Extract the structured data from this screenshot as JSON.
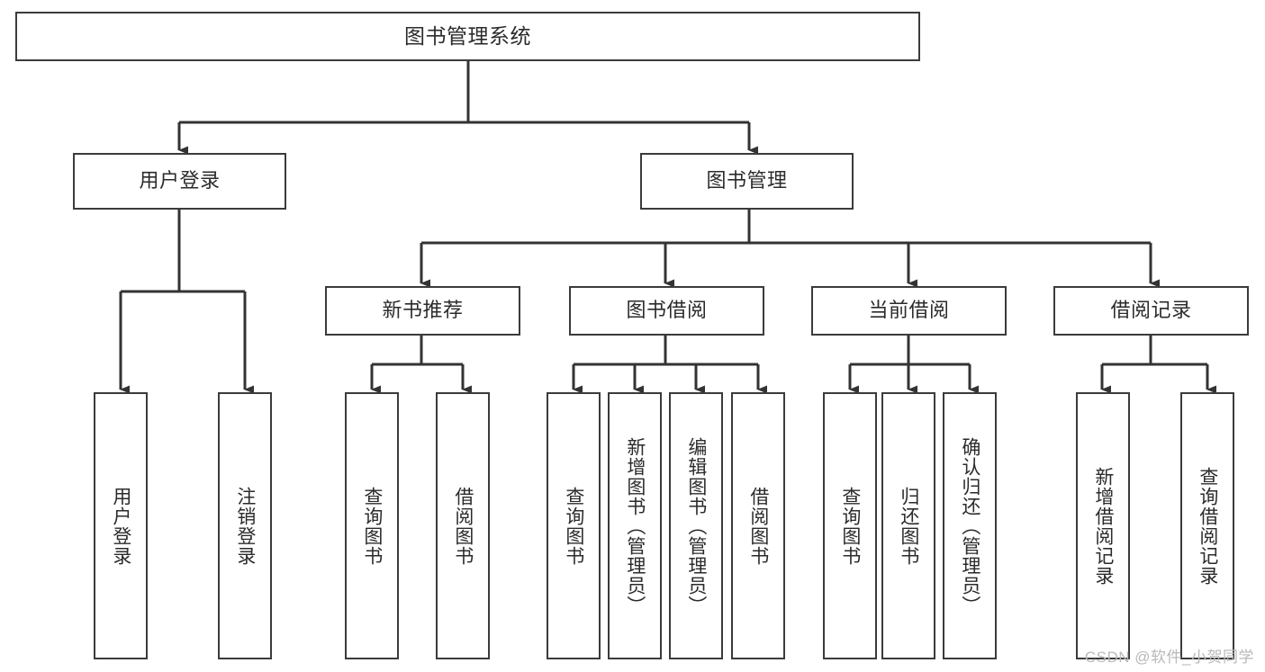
{
  "diagram": {
    "title": "图书管理系统",
    "type": "tree",
    "watermark": "CSDN @软件_小贺同学",
    "colors": {
      "box_border": "#3b3b3b",
      "box_fill": "#ffffff",
      "connector": "#333333",
      "text": "#2b2b2b",
      "watermark": "#b9b9b9",
      "background": "#ffffff"
    },
    "root": {
      "label": "图书管理系统"
    },
    "level1": [
      {
        "label": "用户登录"
      },
      {
        "label": "图书管理"
      }
    ],
    "level2": [
      {
        "label": "新书推荐"
      },
      {
        "label": "图书借阅"
      },
      {
        "label": "当前借阅"
      },
      {
        "label": "借阅记录"
      }
    ],
    "leaves": {
      "user_login": [
        {
          "label": "用户登录"
        },
        {
          "label": "注销登录"
        }
      ],
      "new_book_recommend": [
        {
          "label": "查询图书"
        },
        {
          "label": "借阅图书"
        }
      ],
      "book_borrow": [
        {
          "label": "查询图书"
        },
        {
          "label": "新增图书（管理员）"
        },
        {
          "label": "编辑图书（管理员）"
        },
        {
          "label": "借阅图书"
        }
      ],
      "current_borrow": [
        {
          "label": "查询图书"
        },
        {
          "label": "归还图书"
        },
        {
          "label": "确认归还（管理员）"
        }
      ],
      "borrow_record": [
        {
          "label": "新增借阅记录"
        },
        {
          "label": "查询借阅记录"
        }
      ]
    }
  }
}
